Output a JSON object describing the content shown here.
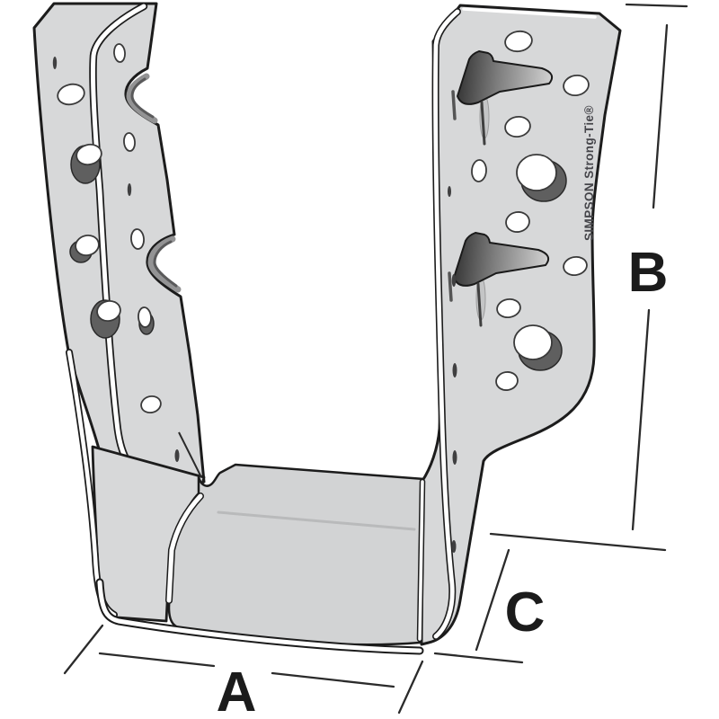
{
  "diagram": {
    "brand_vertical_text": "SIMPSON Strong-Tie®",
    "dimension_labels": {
      "a": "A",
      "b": "B",
      "c": "C"
    },
    "colors": {
      "background": "#ffffff",
      "steel": "#d7d8d9",
      "seat": "#d2d3d4",
      "outline": "#1c1c1c",
      "hole_shadow": "#5f5f5f",
      "notch_shade": "#939394",
      "highlight": "#b9babb",
      "dimension_line": "#2b2b2b",
      "label_text": "#1b1b1b",
      "brand_text": "#45454a"
    }
  }
}
